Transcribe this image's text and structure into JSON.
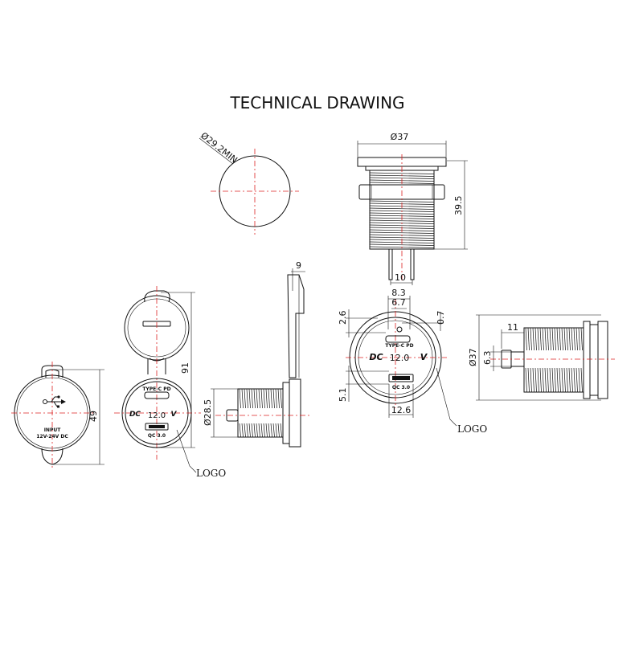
{
  "title": "TECHNICAL DRAWING",
  "dimensions": {
    "cutout": "Ø29.2MIN",
    "top_width": "Ø37",
    "height": "39.5",
    "pin_spacing": "10",
    "cap_thickness": "9",
    "cap_length": "91",
    "cap_height": "49",
    "thread_dia": "Ø28.5",
    "d8_3": "8.3",
    "d6_7": "6.7",
    "d2_6": "2.6",
    "d0_7": "0.7",
    "d5_1": "5.1",
    "d12_6": "12.6",
    "d11": "11",
    "d6_3": "6.3",
    "side_dia": "Ø37"
  },
  "labels": {
    "logo_left": "LOGO",
    "logo_right": "LOGO",
    "input_line1": "INPUT",
    "input_line2": "12V-24V DC",
    "dc": "DC",
    "v": "V",
    "voltage": "12.0",
    "type_c": "TYPE-C PD",
    "qc": "QC 3.0"
  },
  "colors": {
    "line": "#111111",
    "centerline": "#dd2222"
  }
}
